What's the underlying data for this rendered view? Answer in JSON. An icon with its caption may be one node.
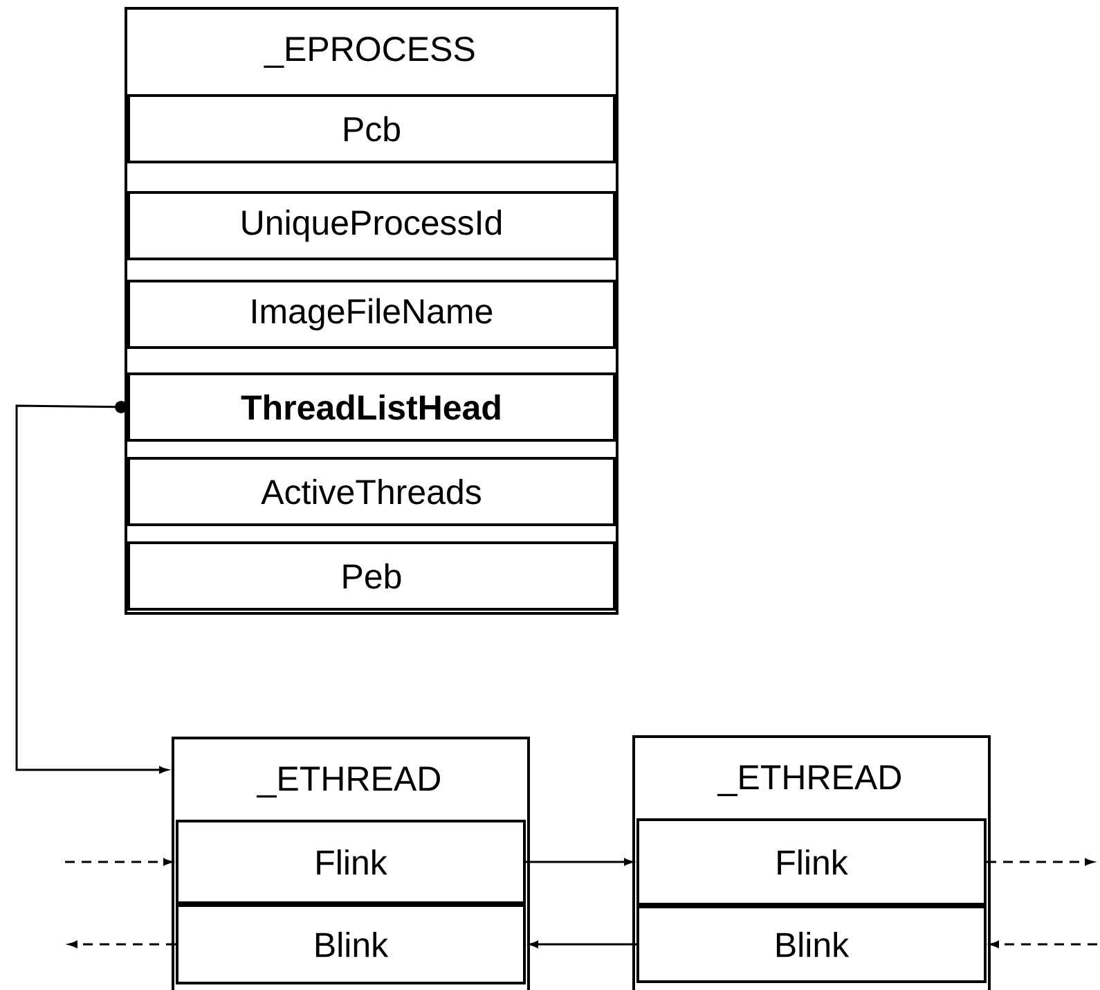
{
  "diagram": {
    "nodes": [
      {
        "text": [
          "_EPROCESS"
        ]
      },
      {
        "text": [
          "Pcb"
        ],
        "in": 0
      },
      {
        "text": [
          "UniqueProcessId"
        ],
        "in": 0
      },
      {
        "text": [
          "ImageFileName"
        ],
        "in": 0
      },
      {
        "text": [
          "ThreadListHead"
        ],
        "in": 0
      },
      {
        "text": [
          "ActiveThreads"
        ],
        "in": 0
      },
      {
        "text": [
          "Peb"
        ],
        "in": 0
      },
      {
        "text": [
          "_ETHREAD"
        ]
      },
      {
        "text": [
          "Flink"
        ],
        "in": 7
      },
      {
        "text": [
          "Blink"
        ],
        "in": 7
      },
      {
        "text": [
          "_ETHREAD"
        ]
      },
      {
        "text": [
          "Flink"
        ],
        "in": 10
      },
      {
        "text": [
          "Blink"
        ],
        "in": 10
      }
    ],
    "edges": [
      {
        "from": 4,
        "to": 7,
        "arrow": "to"
      },
      {
        "from": null,
        "to": 8,
        "arrow": "to",
        "style": "dashed"
      },
      {
        "from": 8,
        "to": 11,
        "arrow": "to"
      },
      {
        "from": 11,
        "to": null,
        "arrow": "to",
        "style": "dashed"
      },
      {
        "from": 12,
        "to": 9,
        "arrow": "to"
      },
      {
        "from": 9,
        "to": null,
        "arrow": "to",
        "style": "dashed"
      },
      {
        "from": null,
        "to": 12,
        "arrow": "to",
        "style": "dashed"
      }
    ]
  }
}
